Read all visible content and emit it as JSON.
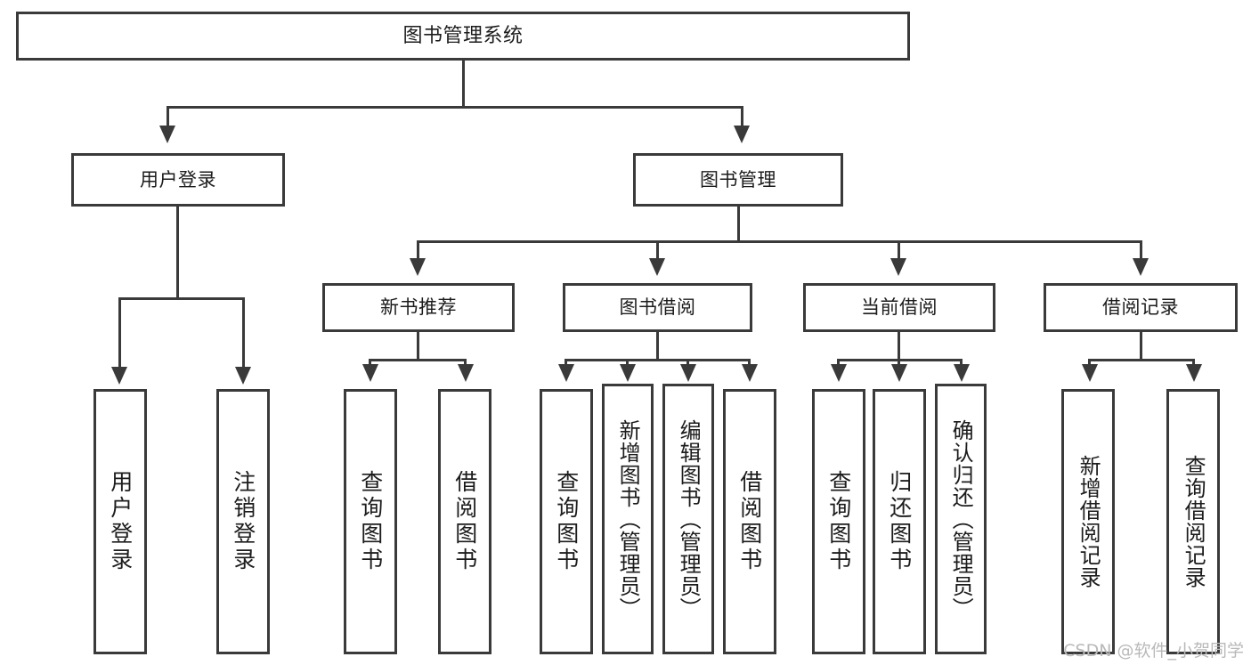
{
  "diagram": {
    "title": "图书管理系统",
    "watermark": "CSDN @软件_小贺同学"
  },
  "nodes": {
    "root": {
      "label": "图书管理系统"
    },
    "level2": [
      {
        "id": "user-login",
        "label": "用户登录"
      },
      {
        "id": "book-management",
        "label": "图书管理"
      }
    ],
    "level3": [
      {
        "id": "new-book-recommend",
        "label": "新书推荐"
      },
      {
        "id": "book-borrow",
        "label": "图书借阅"
      },
      {
        "id": "current-borrow",
        "label": "当前借阅"
      },
      {
        "id": "borrow-record",
        "label": "借阅记录"
      }
    ],
    "leaves": {
      "user_login": [
        {
          "id": "leaf-user-login",
          "label": "用户登录"
        },
        {
          "id": "leaf-logout-login",
          "label": "注销登录"
        }
      ],
      "new_book_recommend": [
        {
          "id": "leaf-query-book-1",
          "label": "查询图书"
        },
        {
          "id": "leaf-borrow-book-1",
          "label": "借阅图书"
        }
      ],
      "book_borrow": [
        {
          "id": "leaf-query-book-2",
          "label": "查询图书"
        },
        {
          "id": "leaf-add-book",
          "label": "新增图书（管理员）"
        },
        {
          "id": "leaf-edit-book",
          "label": "编辑图书（管理员）"
        },
        {
          "id": "leaf-borrow-book-2",
          "label": "借阅图书"
        }
      ],
      "current_borrow": [
        {
          "id": "leaf-query-book-3",
          "label": "查询图书"
        },
        {
          "id": "leaf-return-book",
          "label": "归还图书"
        },
        {
          "id": "leaf-confirm-return",
          "label": "确认归还（管理员）"
        }
      ],
      "borrow_record": [
        {
          "id": "leaf-add-record",
          "label": "新增借阅记录"
        },
        {
          "id": "leaf-query-record",
          "label": "查询借阅记录"
        }
      ]
    }
  },
  "chart_data": {
    "type": "diagram",
    "subtype": "tree",
    "title": "图书管理系统",
    "orientation": "top-down",
    "tree": {
      "label": "图书管理系统",
      "children": [
        {
          "label": "用户登录",
          "children": [
            {
              "label": "用户登录"
            },
            {
              "label": "注销登录"
            }
          ]
        },
        {
          "label": "图书管理",
          "children": [
            {
              "label": "新书推荐",
              "children": [
                {
                  "label": "查询图书"
                },
                {
                  "label": "借阅图书"
                }
              ]
            },
            {
              "label": "图书借阅",
              "children": [
                {
                  "label": "查询图书"
                },
                {
                  "label": "新增图书（管理员）"
                },
                {
                  "label": "编辑图书（管理员）"
                },
                {
                  "label": "借阅图书"
                }
              ]
            },
            {
              "label": "当前借阅",
              "children": [
                {
                  "label": "查询图书"
                },
                {
                  "label": "归还图书"
                },
                {
                  "label": "确认归还（管理员）"
                }
              ]
            },
            {
              "label": "借阅记录",
              "children": [
                {
                  "label": "新增借阅记录"
                },
                {
                  "label": "查询借阅记录"
                }
              ]
            }
          ]
        }
      ]
    }
  }
}
